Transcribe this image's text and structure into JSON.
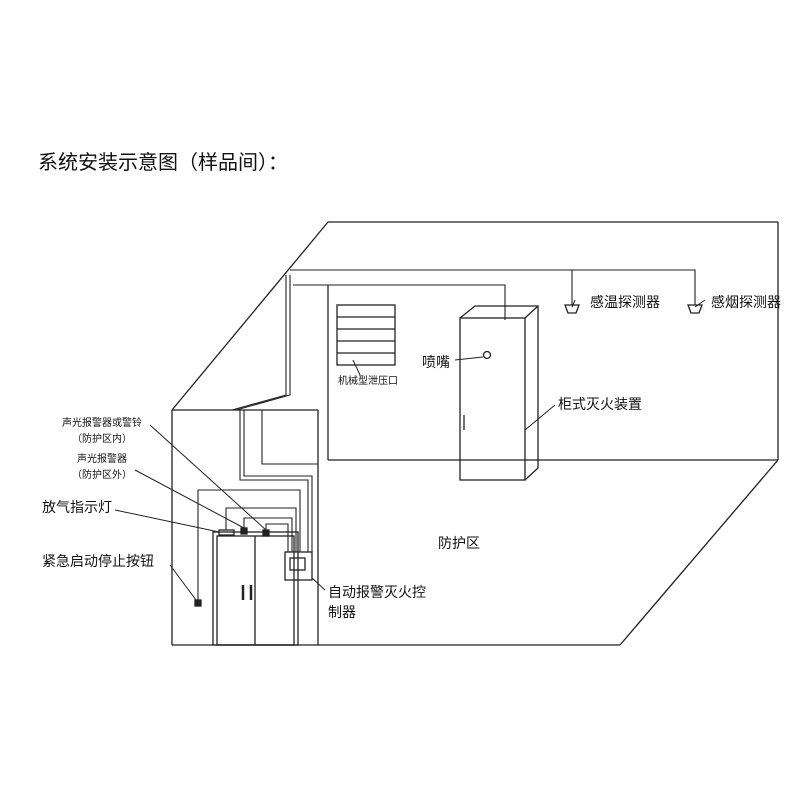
{
  "title": "系统安装示意图（样品间）：",
  "labels": {
    "alarm_inside_1": "声光报警器或警铃",
    "alarm_inside_2": "（防护区内）",
    "alarm_outside_1": "声光报警器",
    "alarm_outside_2": "（防护区外）",
    "discharge_light": "放气指示灯",
    "emergency_button": "紧急启动停止按钮",
    "vent": "机械型泄压口",
    "nozzle": "喷嘴",
    "heat_detector": "感温探测器",
    "smoke_detector": "感烟探测器",
    "cabinet": "柜式灭火装置",
    "protected_zone": "防护区",
    "controller_1": "自动报警灭火控",
    "controller_2": "制器"
  }
}
